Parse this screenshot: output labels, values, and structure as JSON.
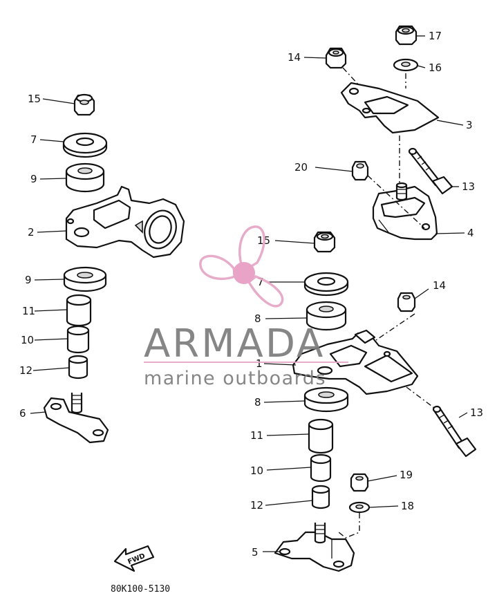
{
  "watermark": {
    "brand": "ARMADA",
    "tagline": "marine outboards"
  },
  "diagram_code": "80K100-5130",
  "fwd_label": "FWD",
  "callouts": {
    "c1": "1",
    "c2": "2",
    "c3": "3",
    "c4": "4",
    "c5": "5",
    "c6": "6",
    "c7a": "7",
    "c7b": "7",
    "c8a": "8",
    "c8b": "8",
    "c9a": "9",
    "c9b": "9",
    "c10a": "10",
    "c10b": "10",
    "c11a": "11",
    "c11b": "11",
    "c12a": "12",
    "c12b": "12",
    "c13a": "13",
    "c13b": "13",
    "c14a": "14",
    "c14b": "14",
    "c15a": "15",
    "c15b": "15",
    "c16": "16",
    "c17": "17",
    "c18": "18",
    "c19": "19",
    "c20": "20"
  },
  "colors": {
    "watermark_pink": "#e6a6c6",
    "watermark_hub": "#e79cc2",
    "watermark_gray": "#7c7c7c",
    "line": "#111111"
  }
}
